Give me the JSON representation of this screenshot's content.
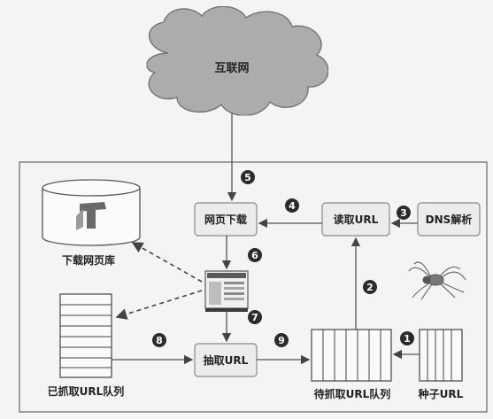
{
  "cloud_label": "互联网",
  "nodes": {
    "download": "网页下载",
    "read_url": "读取URL",
    "dns": "DNS解析",
    "extract_url": "抽取URL",
    "page_db": "下载网页库",
    "crawled_queue": "已抓取URL队列",
    "pending_queue": "待抓取URL队列",
    "seed_url": "种子URL"
  },
  "steps": [
    "1",
    "2",
    "3",
    "4",
    "5",
    "6",
    "7",
    "8",
    "9"
  ]
}
